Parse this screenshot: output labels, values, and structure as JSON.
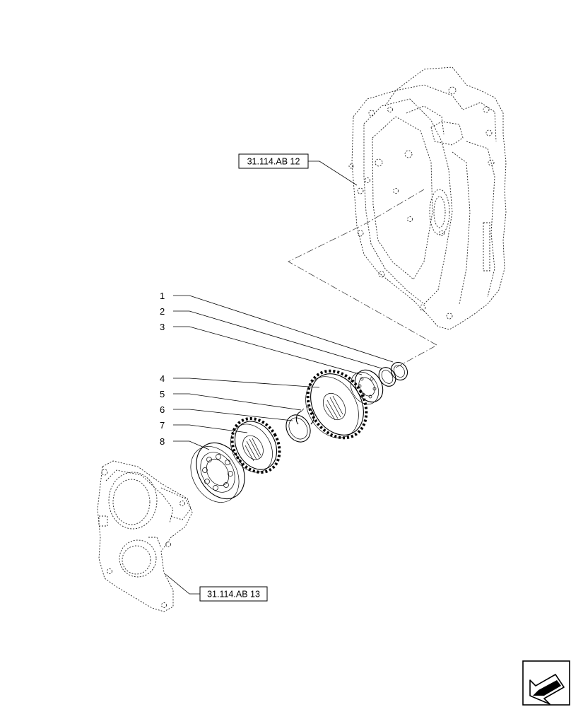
{
  "callouts": [
    "1",
    "2",
    "3",
    "4",
    "5",
    "6",
    "7",
    "8"
  ],
  "references": {
    "upper_housing": "31.114.AB 12",
    "lower_cover": "31.114.AB 13"
  },
  "navigation": {
    "icon": "next-page-arrow-icon"
  }
}
